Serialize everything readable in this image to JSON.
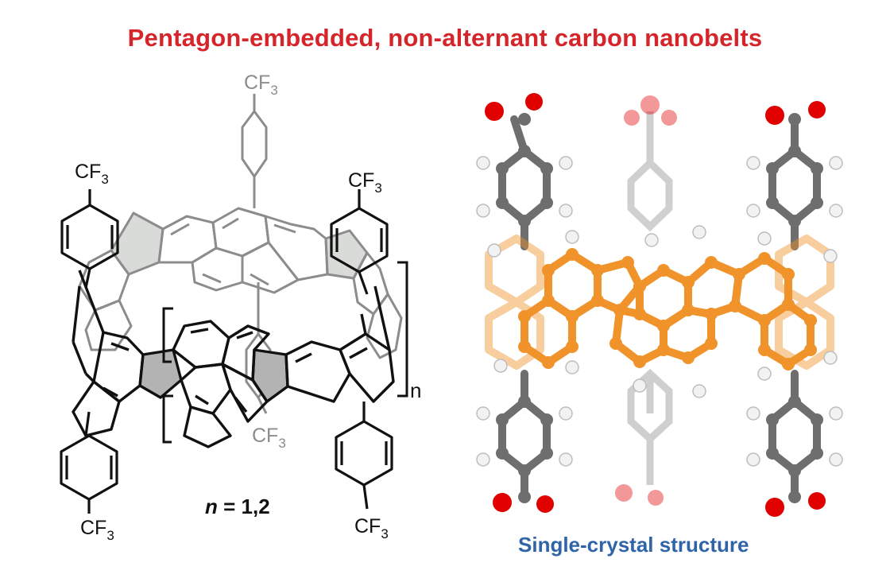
{
  "title": "Pentagon-embedded, non-alternant carbon nanobelts",
  "caption": "Single-crystal structure",
  "labels": {
    "cf3_prefix": "CF",
    "cf3_subscript": "3",
    "n_italic": "n",
    "n_value": " = 1,2",
    "repeat_n": "n"
  },
  "colors": {
    "title": "#d6252a",
    "caption": "#2f64a9",
    "carbon_belt": "#f0932b",
    "carbon_aryl": "#6e6e6e",
    "oxygen": "#e00000",
    "hydrogen": "#f2f2f2",
    "bond_front": "#000000",
    "bond_back": "#8c8c8c",
    "pentagon_fill": "#b3b3b3"
  }
}
